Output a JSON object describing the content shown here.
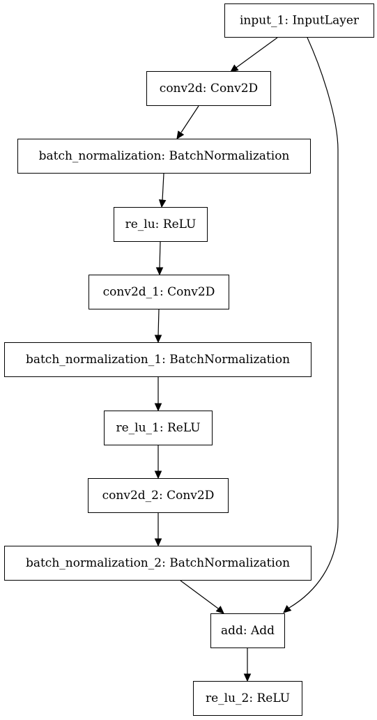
{
  "diagram": {
    "nodes": [
      {
        "id": "input_1",
        "label": "input_1: InputLayer"
      },
      {
        "id": "conv2d",
        "label": "conv2d: Conv2D"
      },
      {
        "id": "batch_normalization",
        "label": "batch_normalization: BatchNormalization"
      },
      {
        "id": "re_lu",
        "label": "re_lu: ReLU"
      },
      {
        "id": "conv2d_1",
        "label": "conv2d_1: Conv2D"
      },
      {
        "id": "batch_normalization_1",
        "label": "batch_normalization_1: BatchNormalization"
      },
      {
        "id": "re_lu_1",
        "label": "re_lu_1: ReLU"
      },
      {
        "id": "conv2d_2",
        "label": "conv2d_2: Conv2D"
      },
      {
        "id": "batch_normalization_2",
        "label": "batch_normalization_2: BatchNormalization"
      },
      {
        "id": "add",
        "label": "add: Add"
      },
      {
        "id": "re_lu_2",
        "label": "re_lu_2: ReLU"
      }
    ],
    "edges": [
      {
        "from": "input_1",
        "to": "conv2d"
      },
      {
        "from": "conv2d",
        "to": "batch_normalization"
      },
      {
        "from": "batch_normalization",
        "to": "re_lu"
      },
      {
        "from": "re_lu",
        "to": "conv2d_1"
      },
      {
        "from": "conv2d_1",
        "to": "batch_normalization_1"
      },
      {
        "from": "batch_normalization_1",
        "to": "re_lu_1"
      },
      {
        "from": "re_lu_1",
        "to": "conv2d_2"
      },
      {
        "from": "conv2d_2",
        "to": "batch_normalization_2"
      },
      {
        "from": "batch_normalization_2",
        "to": "add"
      },
      {
        "from": "input_1",
        "to": "add"
      },
      {
        "from": "add",
        "to": "re_lu_2"
      }
    ]
  }
}
